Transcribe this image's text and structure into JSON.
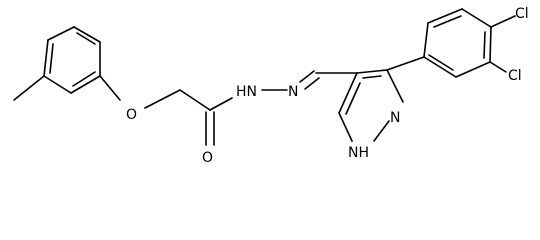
{
  "atoms": {
    "o_ether": "O",
    "o_carbonyl": "O",
    "nh_hydrazide": "HN",
    "n_hydrazone": "N",
    "n_pyrazole": "N",
    "nh_pyrazole": "NH",
    "cl_top": "Cl",
    "cl_bottom": "Cl"
  },
  "colors": {
    "bond": "#000000",
    "label": "#000000",
    "background": "#ffffff"
  }
}
